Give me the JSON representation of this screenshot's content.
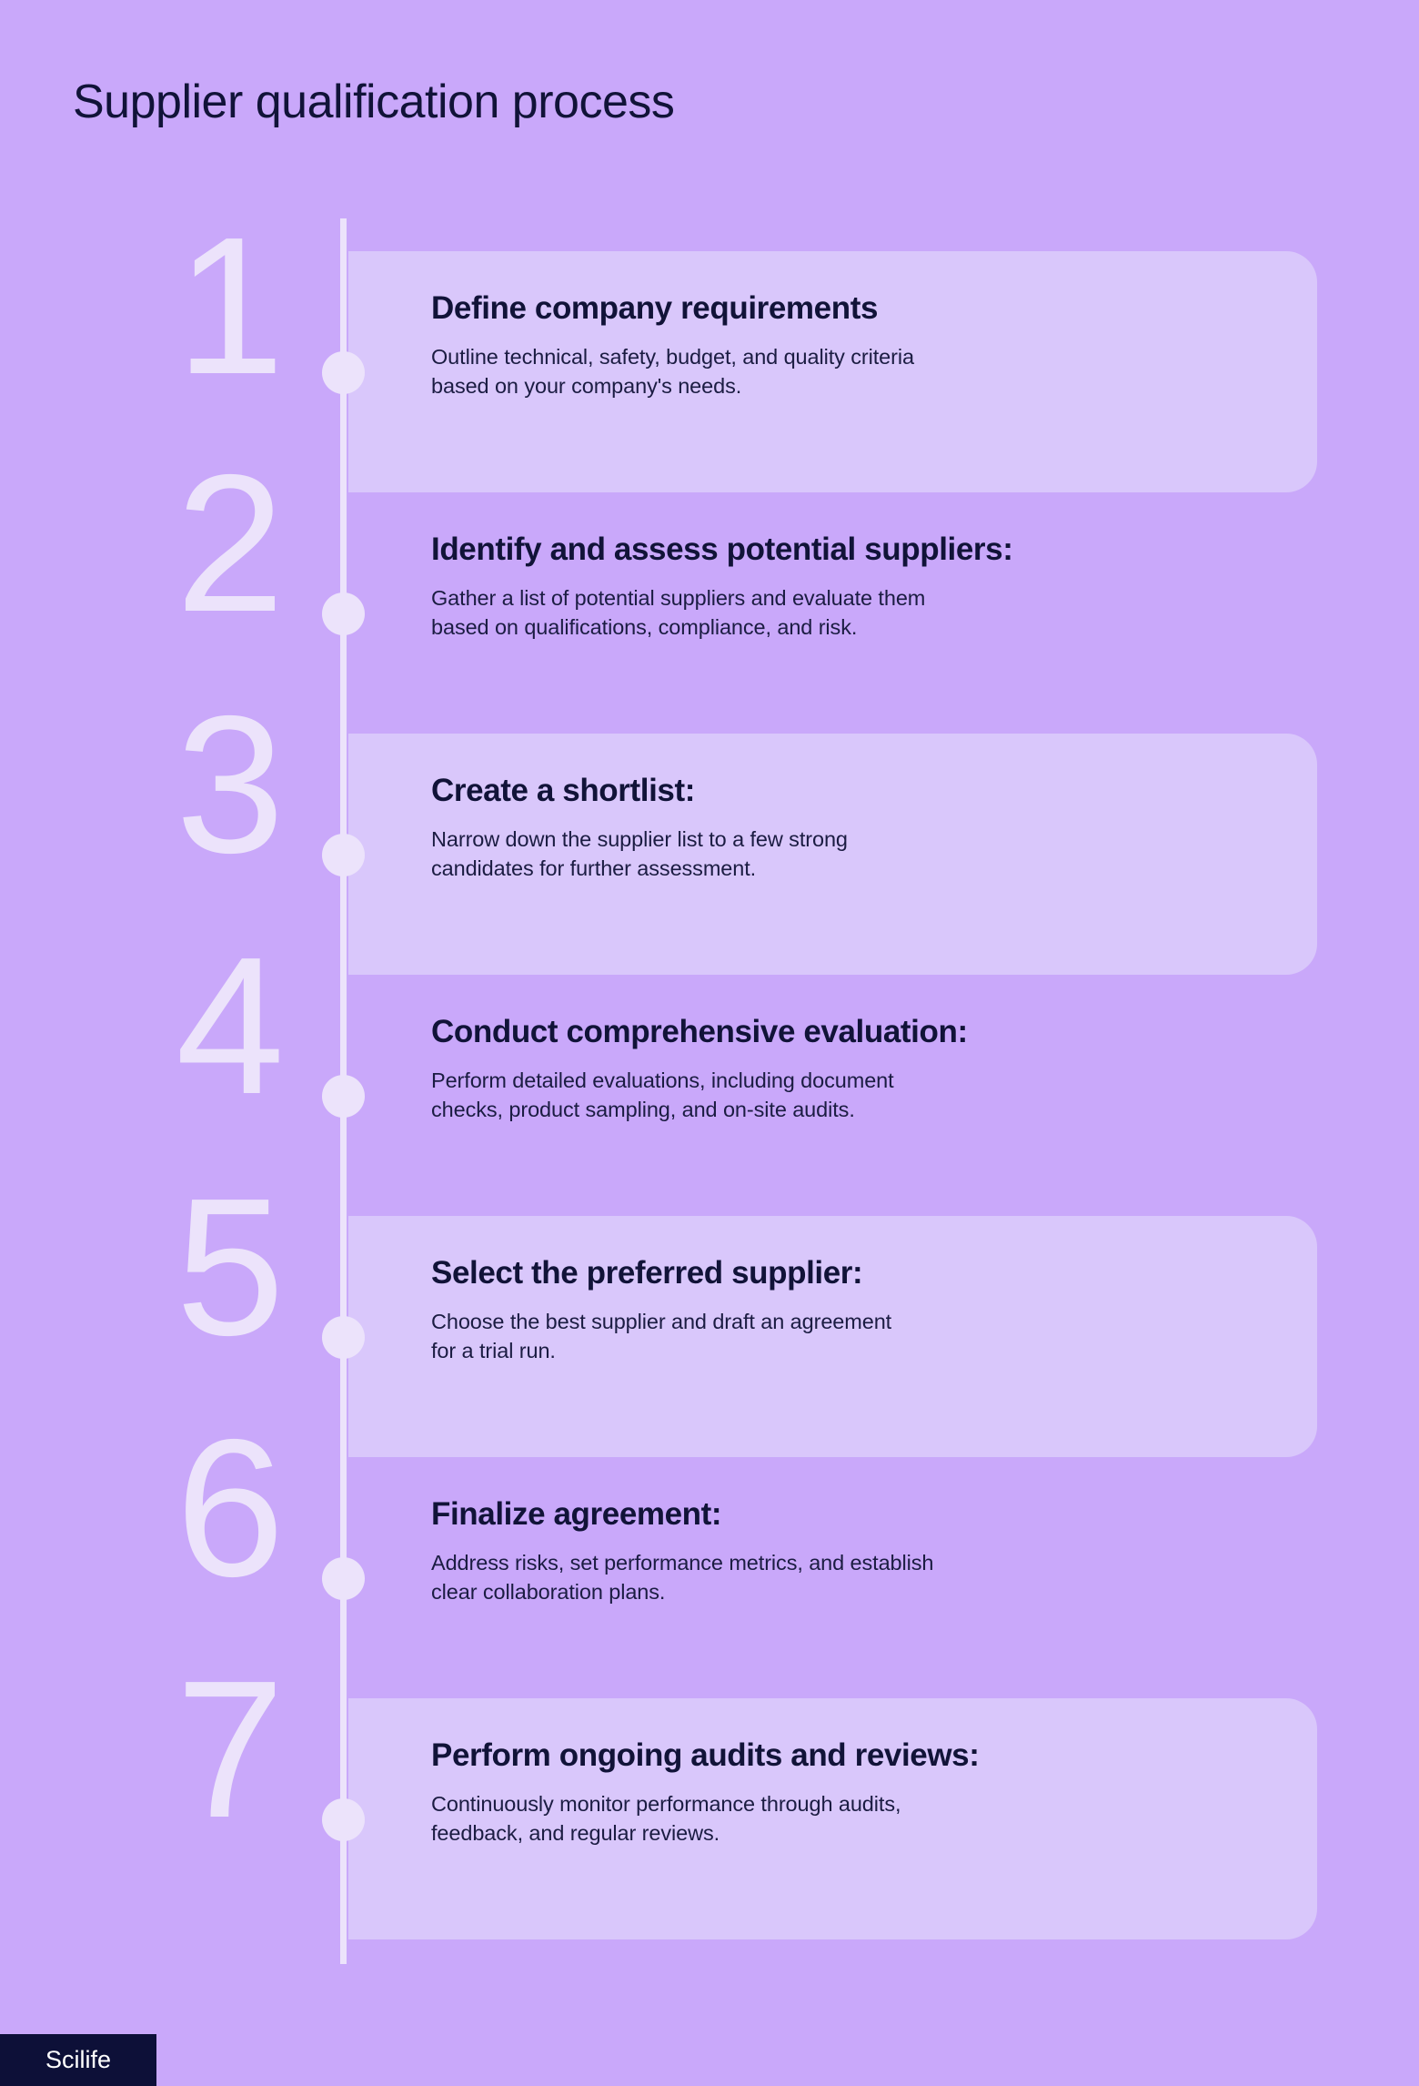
{
  "page": {
    "title": "Supplier qualification process",
    "background_color": "#c9a8fa",
    "card_light_color": "#d9c7fb",
    "accent_light_color": "#ece3fb",
    "text_color": "#111338"
  },
  "timeline": {
    "steps": [
      {
        "number": "1",
        "heading": "Define company requirements",
        "description": "Outline technical, safety, budget, and quality criteria\nbased on your company's needs."
      },
      {
        "number": "2",
        "heading": "Identify and assess potential suppliers:",
        "description": "Gather a list of potential suppliers and evaluate them\nbased on qualifications, compliance, and risk."
      },
      {
        "number": "3",
        "heading": "Create a shortlist:",
        "description": "Narrow down the supplier list to a few strong\ncandidates for further assessment."
      },
      {
        "number": "4",
        "heading": "Conduct comprehensive evaluation:",
        "description": "Perform detailed evaluations, including document\nchecks, product sampling, and on-site audits."
      },
      {
        "number": "5",
        "heading": "Select the preferred supplier:",
        "description": "Choose the best supplier and draft an agreement\nfor a trial run."
      },
      {
        "number": "6",
        "heading": "Finalize agreement:",
        "description": "Address risks, set performance metrics, and establish\nclear collaboration plans."
      },
      {
        "number": "7",
        "heading": "Perform ongoing audits and reviews:",
        "description": "Continuously monitor performance through audits,\nfeedback, and regular reviews."
      }
    ]
  },
  "footer": {
    "logo_text": "Scilife",
    "logo_background": "#0d1038"
  }
}
